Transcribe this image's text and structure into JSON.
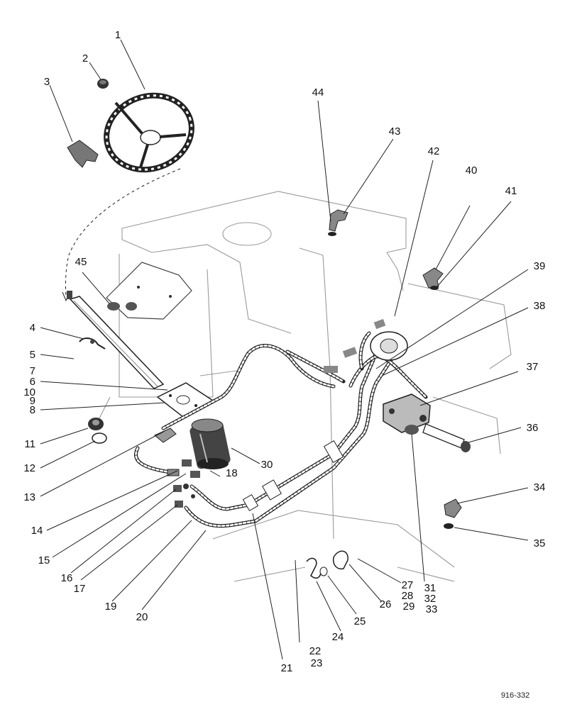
{
  "figure_ref": "916-332",
  "callouts": [
    {
      "id": "c1",
      "lines": [
        "1"
      ]
    },
    {
      "id": "c2",
      "lines": [
        "2"
      ]
    },
    {
      "id": "c3",
      "lines": [
        "3"
      ]
    },
    {
      "id": "c4",
      "lines": [
        "4"
      ]
    },
    {
      "id": "c5",
      "lines": [
        "5"
      ]
    },
    {
      "id": "c6",
      "lines": [
        "6"
      ]
    },
    {
      "id": "c7",
      "lines": [
        "7"
      ]
    },
    {
      "id": "c8",
      "lines": [
        "8"
      ]
    },
    {
      "id": "c9",
      "lines": [
        "9"
      ]
    },
    {
      "id": "c10",
      "lines": [
        "10"
      ]
    },
    {
      "id": "c11",
      "lines": [
        "11"
      ]
    },
    {
      "id": "c12",
      "lines": [
        "12"
      ]
    },
    {
      "id": "c13",
      "lines": [
        "13"
      ]
    },
    {
      "id": "c14",
      "lines": [
        "14"
      ]
    },
    {
      "id": "c15",
      "lines": [
        "15"
      ]
    },
    {
      "id": "c16",
      "lines": [
        "16"
      ]
    },
    {
      "id": "c17",
      "lines": [
        "17"
      ]
    },
    {
      "id": "c18",
      "lines": [
        "18"
      ]
    },
    {
      "id": "c19",
      "lines": [
        "19"
      ]
    },
    {
      "id": "c20",
      "lines": [
        "20"
      ]
    },
    {
      "id": "c21",
      "lines": [
        "21"
      ]
    },
    {
      "id": "c22",
      "lines": [
        "22",
        "23"
      ]
    },
    {
      "id": "c24",
      "lines": [
        "24"
      ]
    },
    {
      "id": "c25",
      "lines": [
        "25"
      ]
    },
    {
      "id": "c26",
      "lines": [
        "26"
      ]
    },
    {
      "id": "c27",
      "lines": [
        "27",
        "28",
        "29"
      ]
    },
    {
      "id": "c30",
      "lines": [
        "30"
      ]
    },
    {
      "id": "c31",
      "lines": [
        "31",
        "32",
        "33"
      ]
    },
    {
      "id": "c34",
      "lines": [
        "34"
      ]
    },
    {
      "id": "c35",
      "lines": [
        "35"
      ]
    },
    {
      "id": "c36",
      "lines": [
        "36"
      ]
    },
    {
      "id": "c37",
      "lines": [
        "37"
      ]
    },
    {
      "id": "c38",
      "lines": [
        "38"
      ]
    },
    {
      "id": "c39",
      "lines": [
        "39"
      ]
    },
    {
      "id": "c40",
      "lines": [
        "40"
      ]
    },
    {
      "id": "c41",
      "lines": [
        "41"
      ]
    },
    {
      "id": "c42",
      "lines": [
        "42"
      ]
    },
    {
      "id": "c43",
      "lines": [
        "43"
      ]
    },
    {
      "id": "c44",
      "lines": [
        "44"
      ]
    },
    {
      "id": "c45",
      "lines": [
        "45"
      ]
    }
  ]
}
